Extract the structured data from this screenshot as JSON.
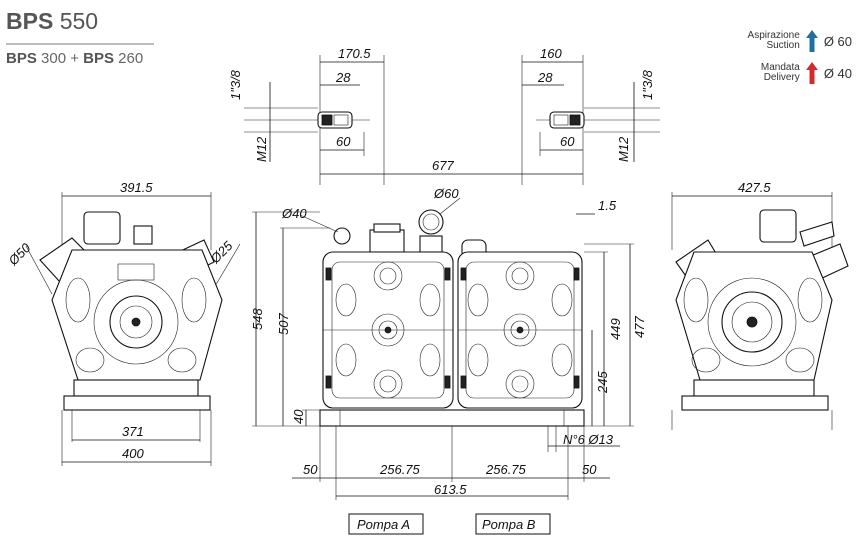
{
  "header": {
    "model_bold": "BPS",
    "model_number": "550",
    "sub_a_bold": "BPS",
    "sub_a_num": "300",
    "sub_sep": "+",
    "sub_b_bold": "BPS",
    "sub_b_num": "260"
  },
  "legend": {
    "suction_it": "Aspirazione",
    "suction_en": "Suction",
    "suction_value": "Ø 60",
    "suction_color": "#1e6fa8",
    "delivery_it": "Mandata",
    "delivery_en": "Delivery",
    "delivery_value": "Ø 40",
    "delivery_color": "#d62a2a"
  },
  "dimensions": {
    "top_left_width": "170.5",
    "top_left_inner": "28",
    "top_left_bottom": "60",
    "top_right_width": "160",
    "top_right_inner": "28",
    "top_right_bottom": "60",
    "thread_left_top": "1\"3/8",
    "thread_left_bottom": "M12",
    "thread_right_top": "1\"3/8",
    "thread_right_bottom": "M12",
    "overall_length": "677",
    "diam_40": "Ø40",
    "diam_60": "Ø60",
    "offset_1_5": "1.5",
    "height_548": "548",
    "height_507": "507",
    "height_40": "40",
    "height_449": "449",
    "height_477": "477",
    "height_245": "245",
    "holes": "N°6  Ø13",
    "base_50_left": "50",
    "base_256_left": "256.75",
    "base_256_right": "256.75",
    "base_50_right": "50",
    "base_total": "613.5",
    "left_width_top": "391.5",
    "left_diam_50": "Ø50",
    "left_diam_25": "Ø25",
    "left_base_371": "371",
    "left_base_400": "400",
    "right_width_top": "427.5"
  },
  "labels": {
    "pump_a": "Pompa  A",
    "pump_b": "Pompa  B"
  }
}
